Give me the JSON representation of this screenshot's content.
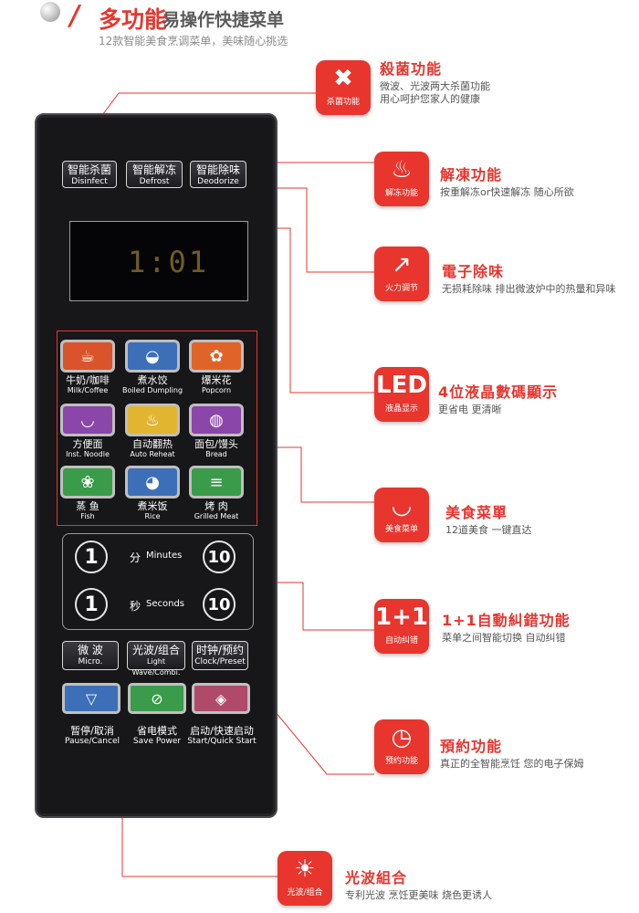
{
  "header": {
    "title": "多功能",
    "title2": "易操作快捷菜单",
    "subtitle": "12款智能美食烹调菜单，美味随心挑选"
  },
  "colors": {
    "accent": "#e8352d",
    "panel": "#17171a"
  },
  "panel": {
    "top_buttons": [
      {
        "zh": "智能杀菌",
        "en": "Disinfect"
      },
      {
        "zh": "智能解冻",
        "en": "Defrost"
      },
      {
        "zh": "智能除味",
        "en": "Deodorize"
      }
    ],
    "display_value": "1:01",
    "food_menu": [
      {
        "zh": "牛奶/咖啡",
        "en": "Milk/Coffee",
        "icon": "coffee-cup-icon",
        "color": "#d9542a"
      },
      {
        "zh": "煮水饺",
        "en": "Boiled Dumpling",
        "icon": "dumpling-icon",
        "color": "#3d6fb8"
      },
      {
        "zh": "爆米花",
        "en": "Popcorn",
        "icon": "popcorn-icon",
        "color": "#e0632a"
      },
      {
        "zh": "方便面",
        "en": "Inst. Noodle",
        "icon": "noodle-bowl-icon",
        "color": "#8a46a8"
      },
      {
        "zh": "自动翻热",
        "en": "Auto Reheat",
        "icon": "reheat-dish-icon",
        "color": "#e2b531"
      },
      {
        "zh": "面包/馒头",
        "en": "Bread",
        "icon": "bread-icon",
        "color": "#8a46a8"
      },
      {
        "zh": "蒸 鱼",
        "en": "Fish",
        "icon": "fish-icon",
        "color": "#3a9b4a"
      },
      {
        "zh": "煮米饭",
        "en": "Rice",
        "icon": "rice-bowl-icon",
        "color": "#3d6fb8"
      },
      {
        "zh": "烤 肉",
        "en": "Grilled Meat",
        "icon": "grilled-meat-icon",
        "color": "#3a9b4a"
      }
    ],
    "time": {
      "minutes_zh": "分",
      "minutes_en": "Minutes",
      "seconds_zh": "秒",
      "seconds_en": "Seconds",
      "one": "1",
      "ten": "10"
    },
    "mode_buttons": [
      {
        "zh": "微 波",
        "en": "Micro."
      },
      {
        "zh": "光波/组合",
        "en": "Light Wave/Combi."
      },
      {
        "zh": "时钟/预约",
        "en": "Clock/Preset"
      }
    ],
    "control_buttons": [
      {
        "zh": "暂停/取消",
        "en": "Pause/Cancel",
        "color": "#3d6fb8"
      },
      {
        "zh": "省电模式",
        "en": "Save Power",
        "color": "#3a9b4a"
      },
      {
        "zh": "启动/快速启动",
        "en": "Start/Quick Start",
        "color": "#b04a6a"
      }
    ]
  },
  "callouts": [
    {
      "icon": "sterilize-icon",
      "cap": "杀菌功能",
      "title": "殺菌功能",
      "desc1": "微波、光波两大杀菌功能",
      "desc2": "用心呵护您家人的健康"
    },
    {
      "icon": "thaw-icon",
      "cap": "解冻功能",
      "title": "解凍功能",
      "desc1": "按重解冻or快速解冻 随心所欲",
      "desc2": ""
    },
    {
      "icon": "heat-adjust-icon",
      "cap": "火力调节",
      "title": "電子除味",
      "desc1": "无损耗除味 排出微波炉中的热量和异味",
      "desc2": ""
    },
    {
      "icon": "led-icon",
      "cap": "液晶显示",
      "glyph": "LED",
      "title": "4位液晶數碼顯示",
      "desc1": "更省电 更清晰",
      "desc2": ""
    },
    {
      "icon": "food-menu-icon",
      "cap": "美食菜单",
      "title": "美食菜單",
      "desc1": "12道美食 一键直达",
      "desc2": ""
    },
    {
      "icon": "auto-correct-icon",
      "cap": "自动纠错",
      "glyph": "1+1",
      "title": "1+1自動糾錯功能",
      "desc1": "菜单之间智能切换 自动纠错",
      "desc2": ""
    },
    {
      "icon": "clock-icon",
      "cap": "预约功能",
      "title": "預約功能",
      "desc1": "真正的全智能烹饪 您的电子保姆",
      "desc2": ""
    },
    {
      "icon": "sun-light-icon",
      "cap": "光波/组合",
      "title": "光波組合",
      "desc1": "专利光波 烹饪更美味 烧色更诱人",
      "desc2": ""
    }
  ]
}
